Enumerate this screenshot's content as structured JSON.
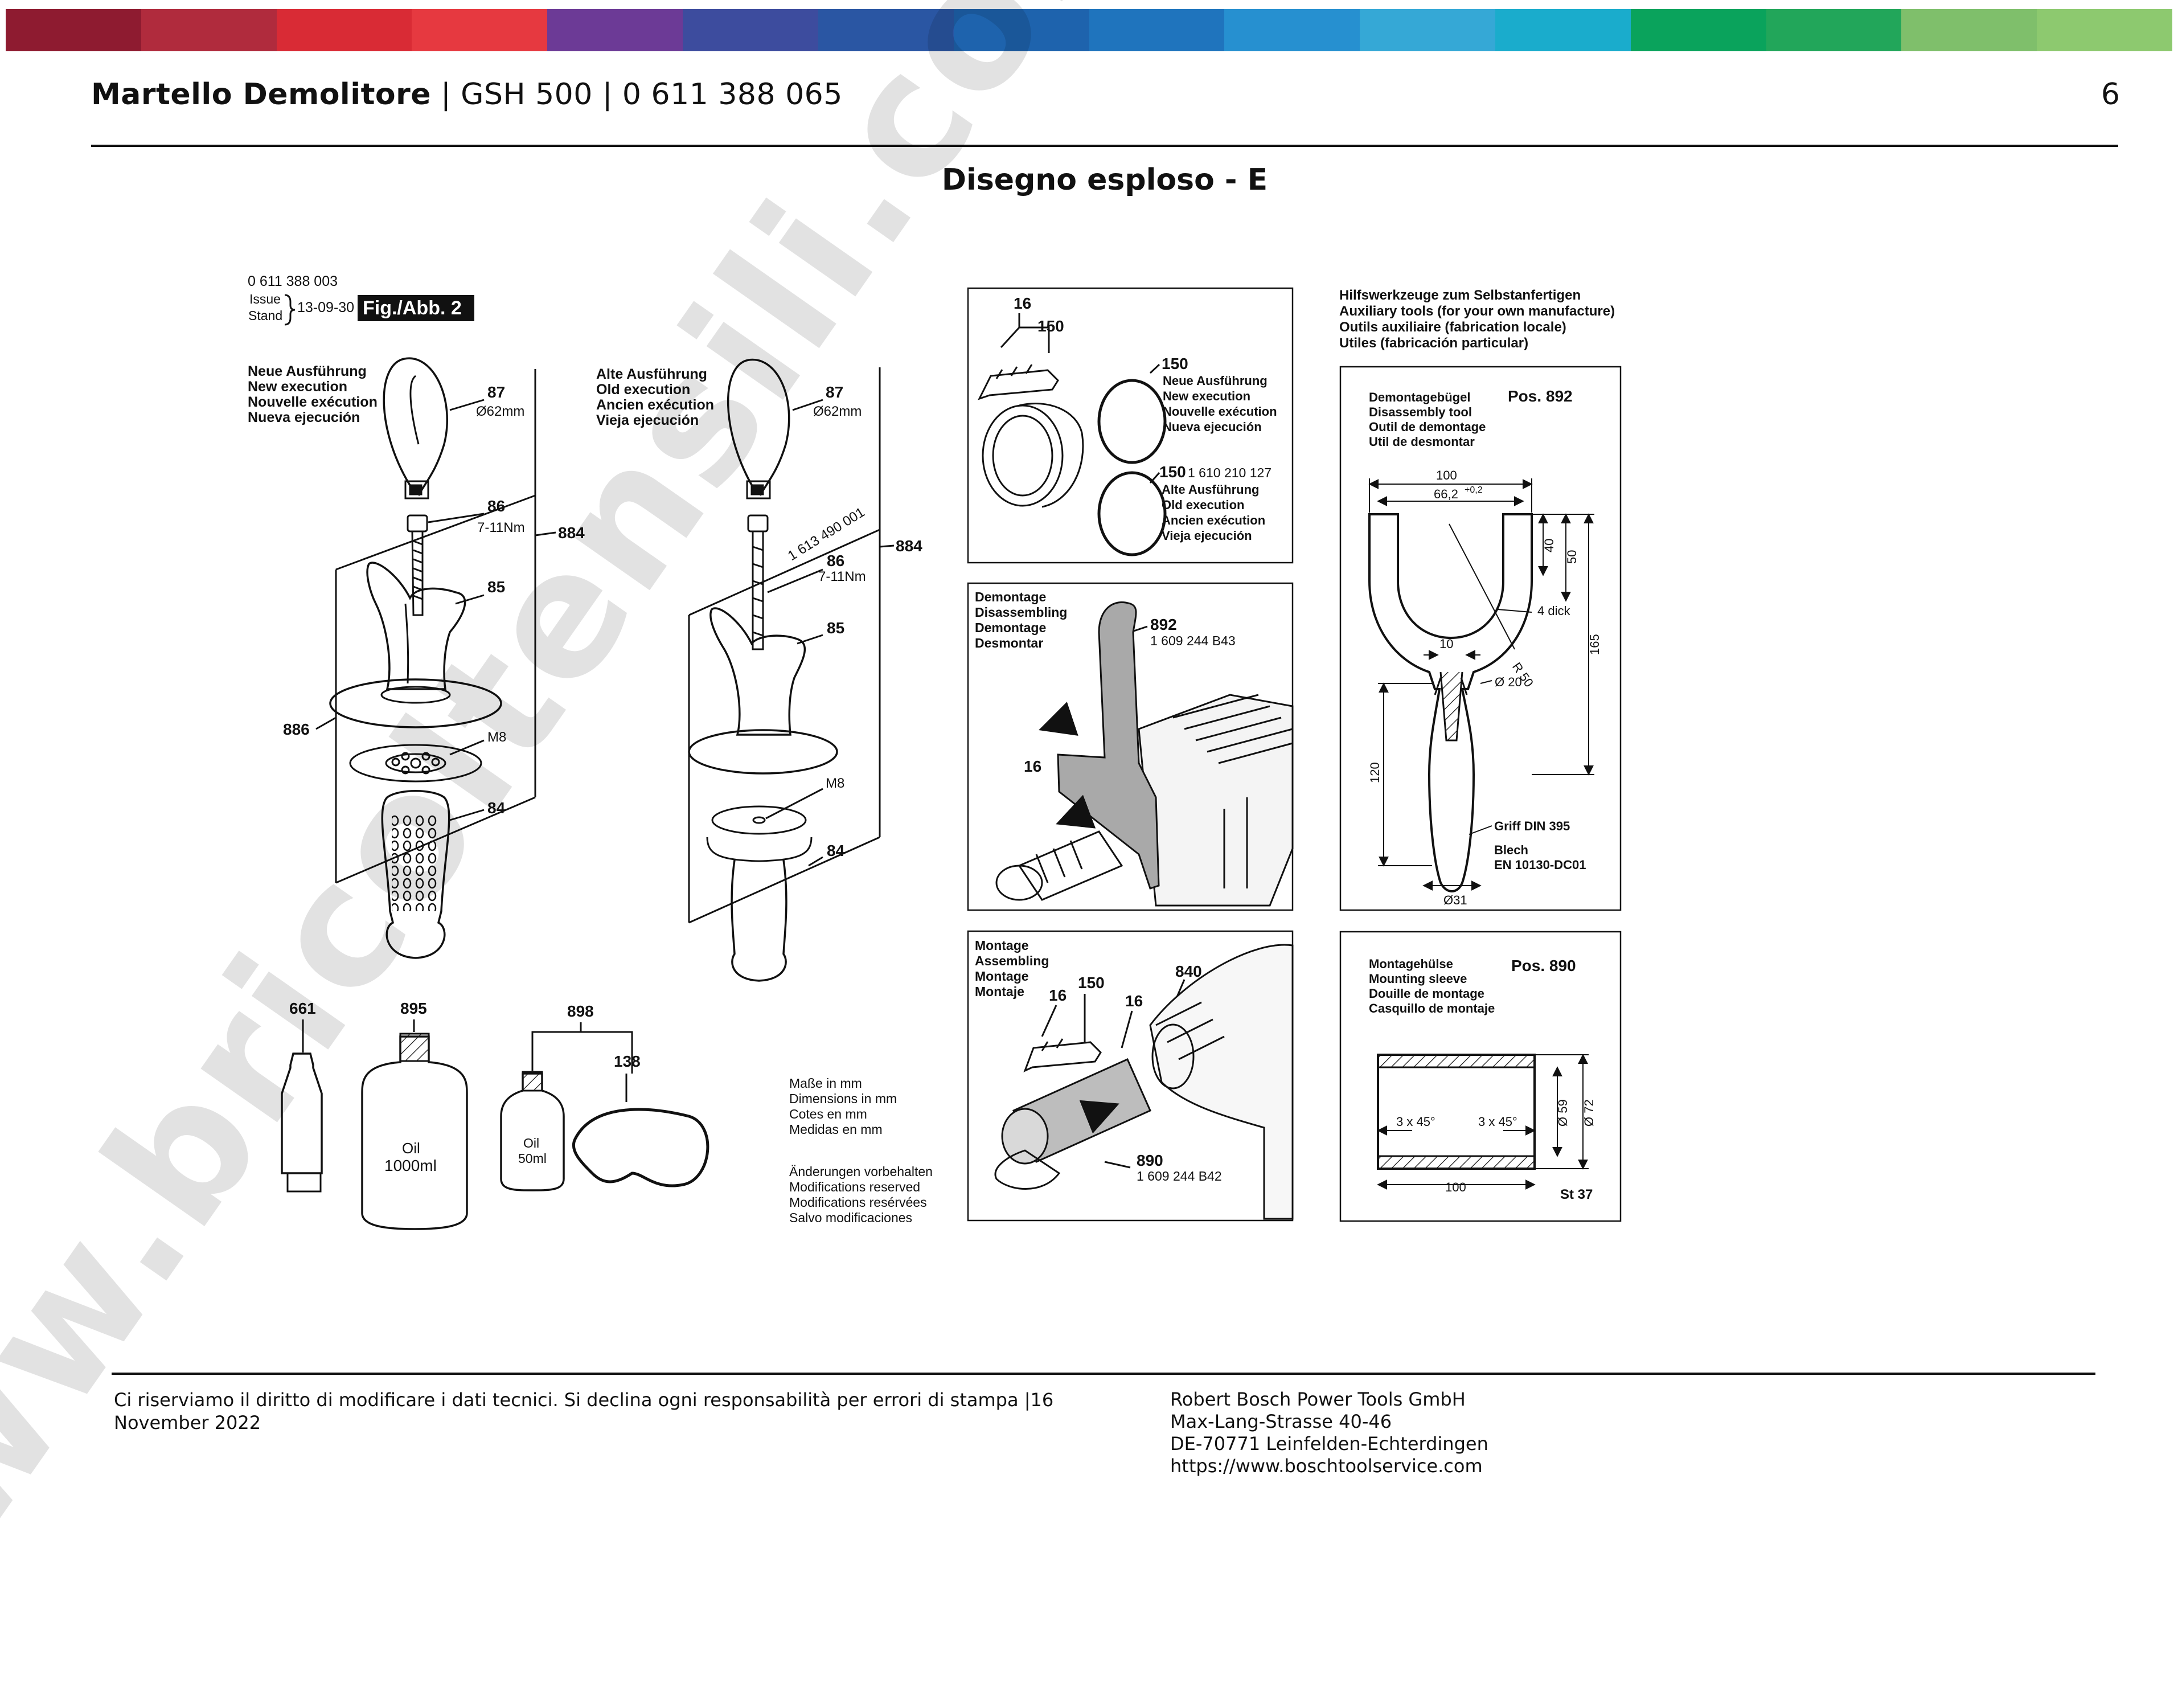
{
  "header": {
    "product_bold": "Martello Demolitore",
    "product_rest": " | GSH 500 | 0 611 388 065",
    "page_number": "6"
  },
  "section_title": "Disegno esploso - E",
  "brand_colors": [
    "#8e1b30",
    "#b02b3d",
    "#d92b35",
    "#e63940",
    "#6c3a96",
    "#3d4c9e",
    "#2a56a3",
    "#1e63ad",
    "#1f74bd",
    "#2690d0",
    "#35a8d6",
    "#1aaccc",
    "#0aa35c",
    "#22a65a",
    "#7fbf6b",
    "#8dc96f"
  ],
  "figure": {
    "part_code": "0 611 388 003",
    "issue": "Issue",
    "stand": "Stand",
    "date": "13-09-30",
    "fig_label": "Fig./Abb. 2",
    "new_exec": [
      "Neue Ausführung",
      "New execution",
      "Nouvelle exécution",
      "Nueva ejecución"
    ],
    "old_exec": [
      "Alte Ausführung",
      "Old execution",
      "Ancien exécution",
      "Vieja ejecución"
    ],
    "dims_note": [
      "Maße in mm",
      "Dimensions in mm",
      "Cotes en mm",
      "Medidas en mm"
    ],
    "changes_note": [
      "Änderungen vorbehalten",
      "Modifications reserved",
      "Modifications resérvées",
      "Salvo modificaciones"
    ],
    "callouts": {
      "c87": "87",
      "d62": "Ø62mm",
      "c86": "86",
      "torque": "7-11Nm",
      "c884": "884",
      "c85": "85",
      "c886": "886",
      "m8": "M8",
      "c84": "84",
      "c661": "661",
      "c895": "895",
      "c898": "898",
      "c138": "138",
      "oil_big": "Oil",
      "oil_big_vol": "1000ml",
      "oil_small": "Oil",
      "oil_small_vol": "50ml",
      "bolt_code": "1 613 490 001"
    },
    "panel_a": {
      "c16": "16",
      "c150": "150",
      "new_150": "150",
      "new_text": [
        "New execution",
        "Nouvelle exécution",
        "Nueva ejecución"
      ],
      "new_title": "Neue Ausführung",
      "old_150": "150",
      "old_code": "1 610 210 127",
      "old_title": "Alte Ausführung",
      "old_text": [
        "Old execution",
        "Ancien exécution",
        "Vieja ejecución"
      ]
    },
    "panel_b": {
      "title": [
        "Demontage",
        "Disassembling",
        "Demontage",
        "Desmontar"
      ],
      "c892": "892",
      "code892": "1 609 244 B43",
      "c16": "16"
    },
    "panel_c": {
      "title": [
        "Montage",
        "Assembling",
        "Montage",
        "Montaje"
      ],
      "c16a": "16",
      "c150": "150",
      "c16b": "16",
      "c840": "840",
      "c890": "890",
      "code890": "1 609 244 B42"
    },
    "tools_header": [
      "Hilfswerkzeuge zum Selbstanfertigen",
      "Auxiliary tools (for your own manufacture)",
      "Outils auxiliaire (fabrication locale)",
      "Utiles (fabricación particular)"
    ],
    "tool892": {
      "names": [
        "Demontagebügel",
        "Disassembly tool",
        "Outil de demontage",
        "Util de desmontar"
      ],
      "pos": "Pos. 892",
      "d100": "100",
      "d66": "66,2",
      "d66sup": "+0,2",
      "d40": "40",
      "d50": "50",
      "thick": "4 dick",
      "d10": "10",
      "r50": "R 50",
      "d20": "Ø 20",
      "d165": "165",
      "d120": "120",
      "griff": "Griff DIN 395",
      "blech": "Blech",
      "en": "EN 10130-DC01",
      "d31": "Ø31"
    },
    "tool890": {
      "names": [
        "Montagehülse",
        "Mounting sleeve",
        "Douille de montage",
        "Casquillo de montaje"
      ],
      "pos": "Pos. 890",
      "chamfer1": "3 x 45°",
      "chamfer2": "3 x 45°",
      "d59": "Ø 59",
      "d72": "Ø 72",
      "d100": "100",
      "material": "St 37"
    }
  },
  "watermark": "www.bricoltensili.com",
  "footer": {
    "disclaimer": "Ci riserviamo il diritto di modificare i dati tecnici. Si declina ogni responsabilità per errori di stampa |16 November 2022",
    "company": "Robert Bosch Power Tools GmbH",
    "street": "Max-Lang-Strasse 40-46",
    "city": "DE-70771 Leinfelden-Echterdingen",
    "url": "https://www.boschtoolservice.com"
  }
}
